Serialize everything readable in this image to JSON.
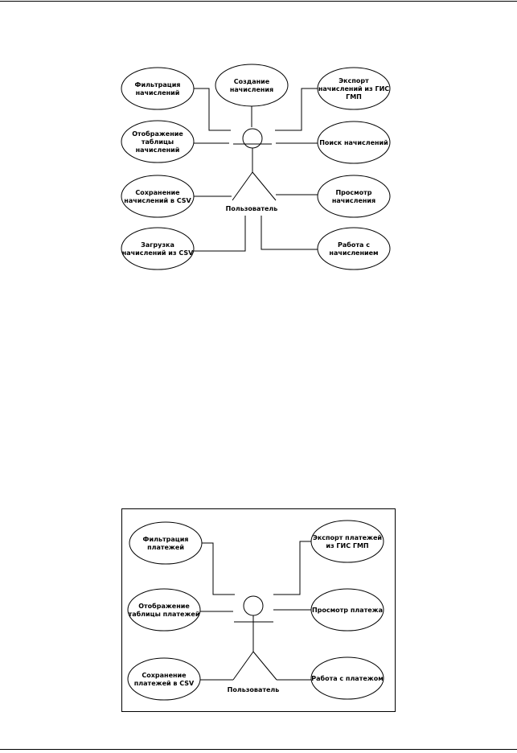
{
  "diagram_top": {
    "actor": "Пользователь",
    "use_cases": [
      {
        "id": "filter",
        "lines": [
          "Фильтрация",
          "начислений"
        ]
      },
      {
        "id": "create",
        "lines": [
          "Создание",
          "начисления"
        ]
      },
      {
        "id": "export",
        "lines": [
          "Экспорт",
          "начислений из  ГИС",
          "ГМП"
        ]
      },
      {
        "id": "table",
        "lines": [
          "Отображение",
          "таблицы",
          "начислений"
        ]
      },
      {
        "id": "search",
        "lines": [
          "Поиск начислений"
        ]
      },
      {
        "id": "save-csv",
        "lines": [
          "Сохранение",
          "начислений в CSV"
        ]
      },
      {
        "id": "view",
        "lines": [
          "Просмотр",
          "начисления"
        ]
      },
      {
        "id": "load-csv",
        "lines": [
          "Загрузка",
          "начислений из CSV"
        ]
      },
      {
        "id": "work",
        "lines": [
          "Работа с",
          "начислением"
        ]
      }
    ]
  },
  "diagram_bottom": {
    "actor": "Пользователь",
    "use_cases": [
      {
        "id": "filter",
        "lines": [
          "Фильтрация",
          "платежей"
        ]
      },
      {
        "id": "export",
        "lines": [
          "Экспорт  платежей",
          "из  ГИС  ГМП"
        ]
      },
      {
        "id": "table",
        "lines": [
          "Отображение",
          "таблицы  платежей"
        ]
      },
      {
        "id": "view",
        "lines": [
          "Просмотр платежа"
        ]
      },
      {
        "id": "save-csv",
        "lines": [
          "Сохранение",
          "платежей в CSV"
        ]
      },
      {
        "id": "work",
        "lines": [
          "Работа с платежом"
        ]
      }
    ]
  }
}
